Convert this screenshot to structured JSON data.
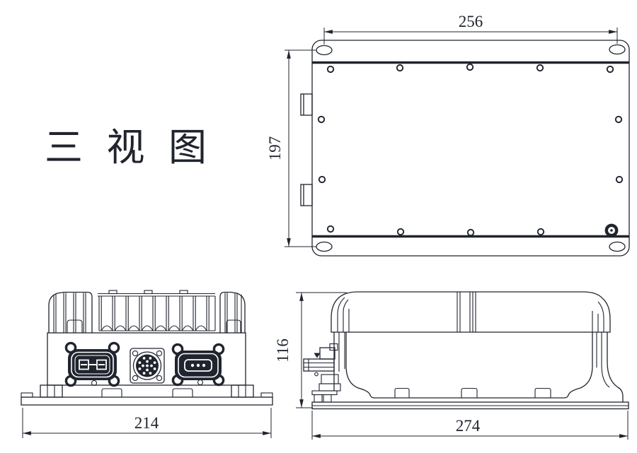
{
  "title": "三 视 图",
  "drawing": {
    "dimensions": {
      "top_view_width": "256",
      "top_view_height": "197",
      "front_view_width": "214",
      "side_view_height": "116",
      "side_view_width": "274"
    }
  },
  "colors": {
    "line": "#20242e",
    "dark_fill": "#20242e",
    "background": "#ffffff"
  }
}
